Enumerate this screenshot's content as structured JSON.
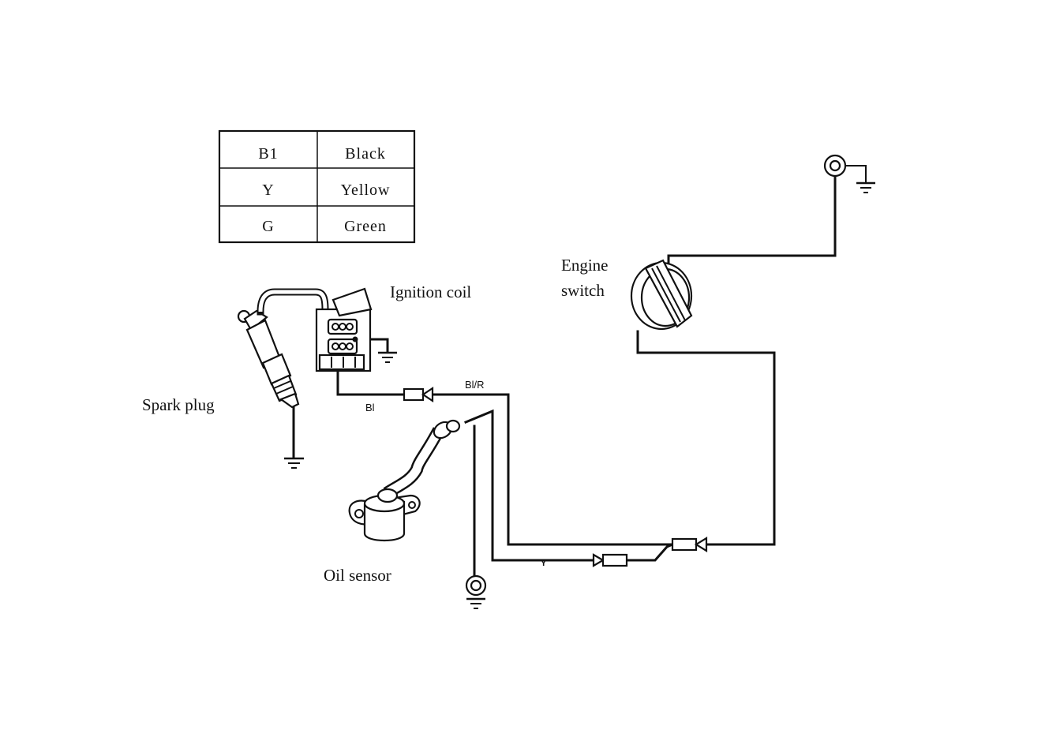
{
  "legend": {
    "rows": [
      {
        "code": "B1",
        "color": "Black"
      },
      {
        "code": "Y",
        "color": "Yellow"
      },
      {
        "code": "G",
        "color": "Green"
      }
    ]
  },
  "components": {
    "spark_plug": "Spark plug",
    "ignition_coil": "Ignition coil",
    "engine_switch_line1": "Engine",
    "engine_switch_line2": "switch",
    "oil_sensor": "Oil sensor"
  },
  "wires": {
    "black": "Bl",
    "black_red": "Bl/R",
    "yellow": "Y"
  },
  "colors": {
    "line": "#111111",
    "background": "#ffffff"
  }
}
